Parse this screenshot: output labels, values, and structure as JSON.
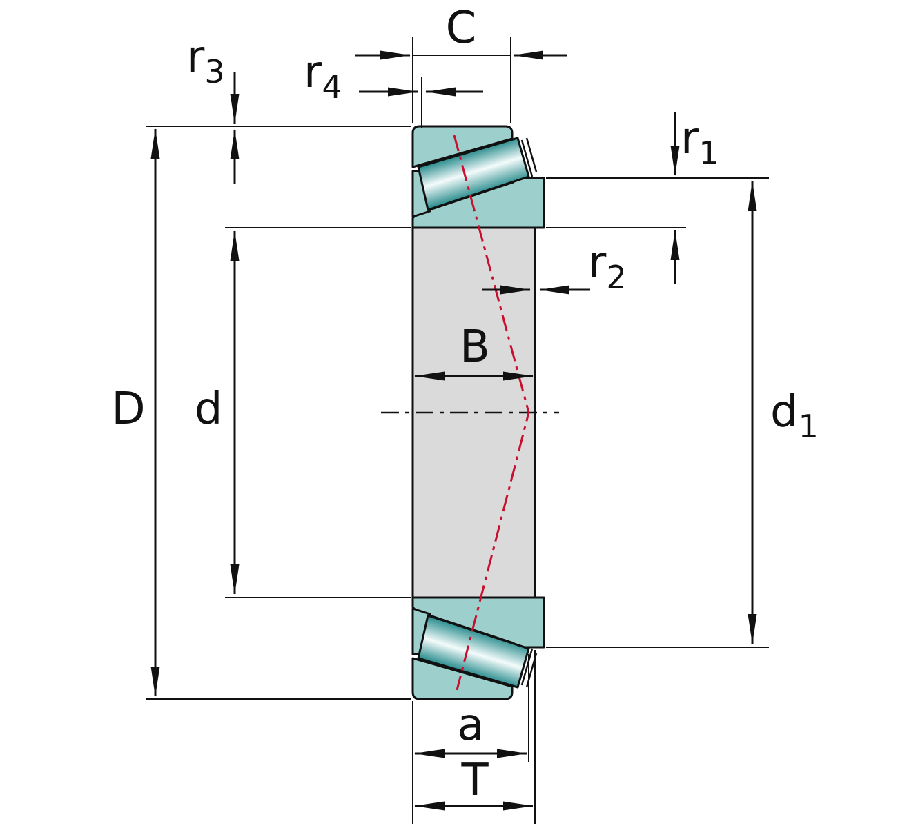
{
  "drawing": {
    "title": "Tapered roller bearing cross-section dimension drawing"
  },
  "colors": {
    "ring_teal": "#9dd0cd",
    "bore_gray": "#dadada",
    "roller_dark": "#0c6064",
    "roller_mid": "#2f8f90",
    "roller_highlight": "#f4fbfb",
    "outline": "#111111",
    "red_line": "#c8102e"
  },
  "labels": {
    "D": {
      "base": "D"
    },
    "d": {
      "base": "d"
    },
    "d1": {
      "base": "d",
      "sub": "1"
    },
    "B": {
      "base": "B"
    },
    "C": {
      "base": "C"
    },
    "T": {
      "base": "T"
    },
    "a": {
      "base": "a"
    },
    "r1": {
      "base": "r",
      "sub": "1"
    },
    "r2": {
      "base": "r",
      "sub": "2"
    },
    "r3": {
      "base": "r",
      "sub": "3"
    },
    "r4": {
      "base": "r",
      "sub": "4"
    }
  }
}
